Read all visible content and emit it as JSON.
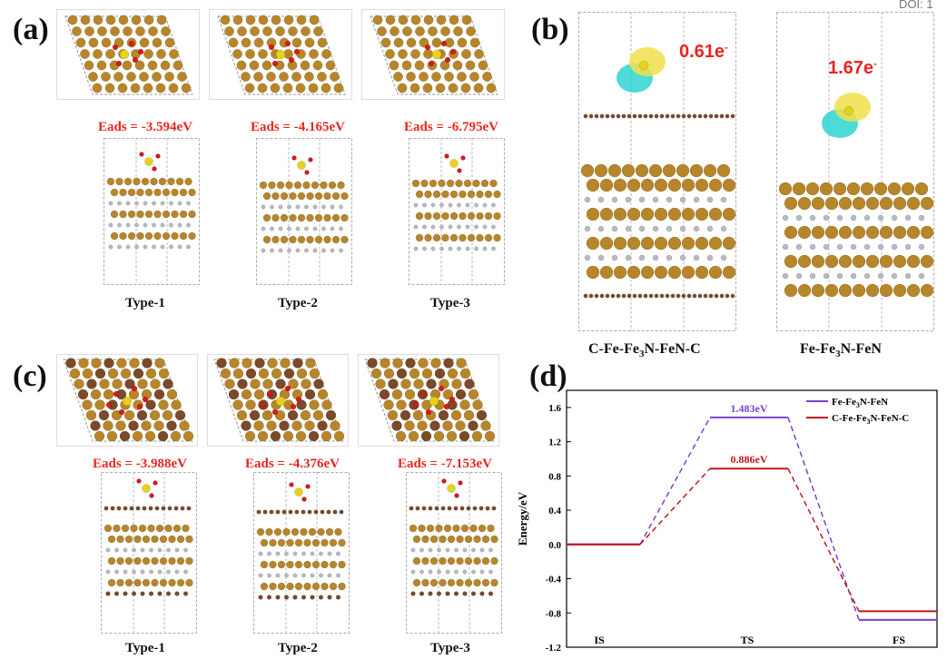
{
  "doi_fragment": "DOI: 1",
  "panels": {
    "a": {
      "label": "(a)",
      "items": [
        {
          "eads": "Eads = -3.594eV",
          "type": "Type-1"
        },
        {
          "eads": "Eads = -4.165eV",
          "type": "Type-2"
        },
        {
          "eads": "Eads = -6.795eV",
          "type": "Type-3"
        }
      ]
    },
    "b": {
      "label": "(b)",
      "structures": [
        {
          "charge": "0.61e",
          "charge_sup": "-",
          "name": "C-Fe-Fe",
          "name_sub": "3",
          "name_rest": "N-FeN-C"
        },
        {
          "charge": "1.67e",
          "charge_sup": "-",
          "name": "Fe-Fe",
          "name_sub": "3",
          "name_rest": "N-FeN"
        }
      ]
    },
    "c": {
      "label": "(c)",
      "items": [
        {
          "eads": "Eads = -3.988eV",
          "type": "Type-1"
        },
        {
          "eads": "Eads = -4.376eV",
          "type": "Type-2"
        },
        {
          "eads": "Eads = -7.153eV",
          "type": "Type-3"
        }
      ]
    },
    "d": {
      "label": "(d)"
    }
  },
  "chart_data": {
    "type": "line",
    "ylabel": "Energy/eV",
    "ylim": [
      -1.2,
      1.8
    ],
    "yticks": [
      "1.6",
      "1.2",
      "0.8",
      "0.4",
      "0.0",
      "-0.4",
      "-0.8",
      "-1.2"
    ],
    "categories": [
      "IS",
      "TS",
      "FS"
    ],
    "series": [
      {
        "name": "Fe-Fe3N-FeN",
        "name_main": "Fe-Fe",
        "name_sub": "3",
        "name_rest": "N-FeN",
        "color": "#7a3fd6",
        "values": [
          0.0,
          1.483,
          -0.88
        ],
        "ts_label": "1.483eV"
      },
      {
        "name": "C-Fe-Fe3N-FeN-C",
        "name_main": "C-Fe-Fe",
        "name_sub": "3",
        "name_rest": "N-FeN-C",
        "color": "#c2141a",
        "values": [
          0.0,
          0.886,
          -0.78
        ],
        "ts_label": "0.886eV"
      }
    ],
    "colors": {
      "is_line": "#c2141a"
    }
  }
}
